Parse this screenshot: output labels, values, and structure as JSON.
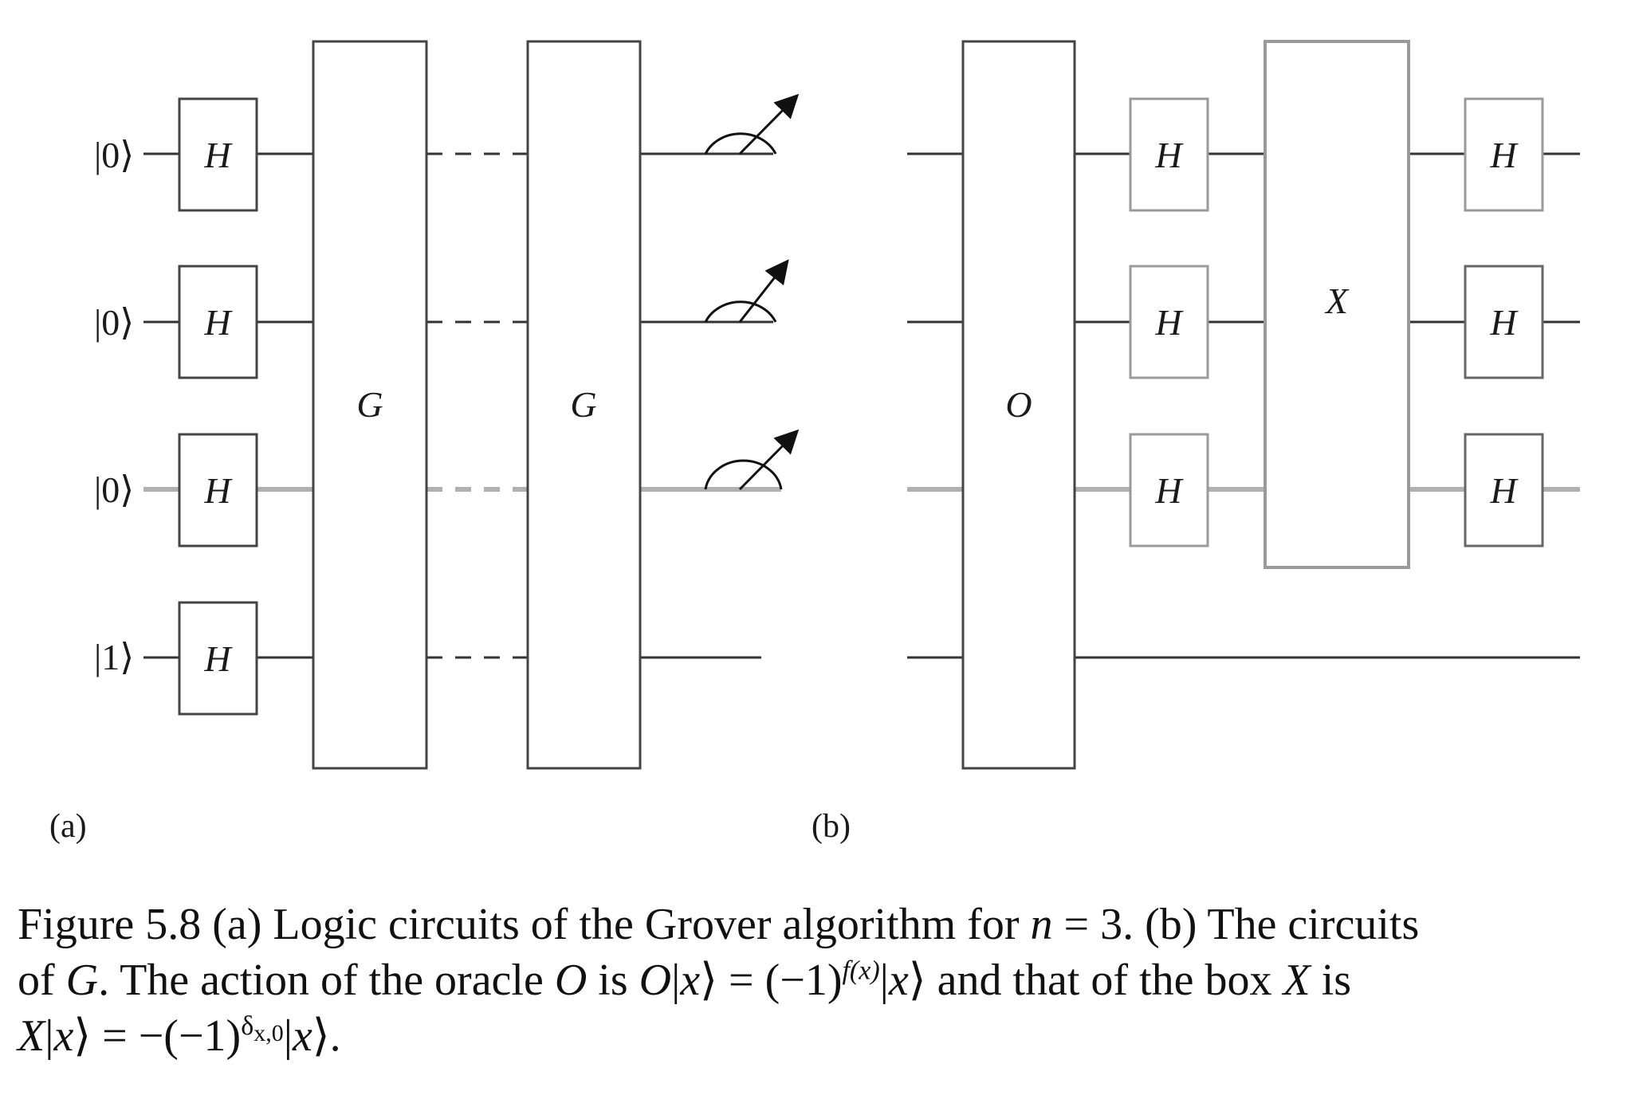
{
  "diagram": {
    "panel_a": {
      "label": "(a)",
      "inputs": [
        "|0⟩",
        "|0⟩",
        "|0⟩",
        "|1⟩"
      ],
      "hadamard_label": "H",
      "grover_label": "G",
      "grover_repetitions_shown": 2,
      "measured_qubits": 3
    },
    "panel_b": {
      "label": "(b)",
      "oracle_label": "O",
      "hadamard_label": "H",
      "box_label": "X"
    }
  },
  "caption": {
    "line1": {
      "prefix": "Figure 5.8 (a) Logic circuits of the Grover algorithm for ",
      "var_n": "n",
      "eq": " = 3. (b) The circuits"
    },
    "line2": {
      "of": "of ",
      "G": "G",
      "t1": ". The action of the oracle ",
      "O1": "O",
      "is1": " is ",
      "O2": "O",
      "bar1": "|",
      "x1": "x",
      "ket1": "⟩ = (−1)",
      "sup": "f(x)",
      "bar2": "|",
      "x2": "x",
      "ket2": "⟩ and that of the box ",
      "X": "X",
      "is2": " is"
    },
    "line3": {
      "X": "X",
      "bar1": "|",
      "x1": "x",
      "ket1": "⟩ = −(−1)",
      "sup_delta": "δ",
      "sup_sub": "x,0",
      "bar2": "|",
      "x2": "x",
      "end": "⟩."
    }
  }
}
